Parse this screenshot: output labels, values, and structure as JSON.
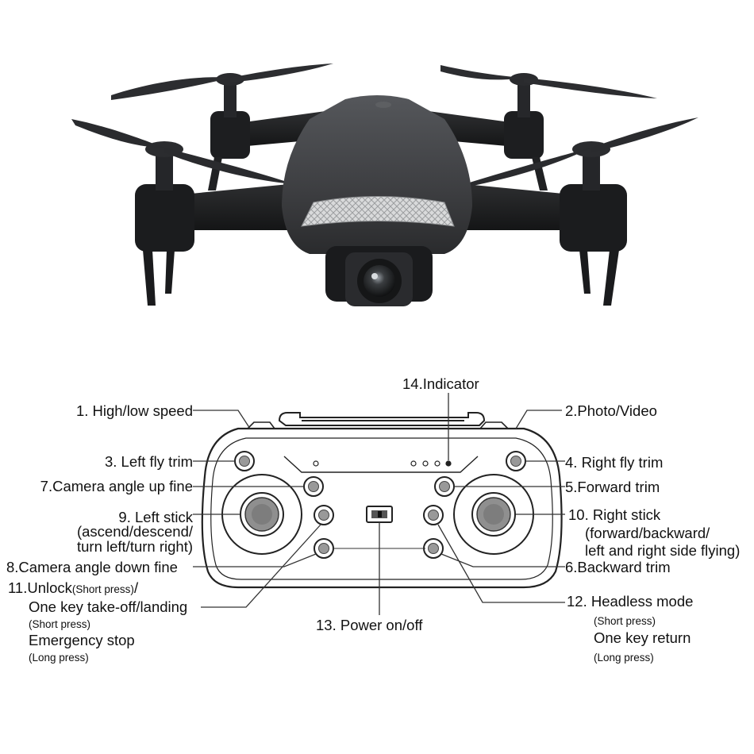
{
  "labels": {
    "l1": "1. High/low speed",
    "l2": "2.Photo/Video",
    "l3": "3. Left fly trim",
    "l4": "4. Right fly trim",
    "l5": "5.Forward trim",
    "l6": "6.Backward trim",
    "l7": "7.Camera angle up fine",
    "l8": "8.Camera angle down fine",
    "l9_title": "9. Left stick",
    "l9_line1": "(ascend/descend/",
    "l9_line2": "turn left/turn right)",
    "l10_title": "10. Right stick",
    "l10_line1": "(forward/backward/",
    "l10_line2": "left and right side flying)",
    "l11_main": "11.Unlock",
    "l11_short": "(Short press)",
    "l11_slash": "/",
    "l11_line2": "One key take-off/landing",
    "l11_short2": "(Short press)",
    "l11_emergency": "Emergency stop",
    "l11_long": "(Long press)",
    "l12_title": "12. Headless mode",
    "l12_short": "(Short press)",
    "l12_return": "One key return",
    "l12_long": "(Long press)",
    "l13": "13. Power on/off",
    "l14": "14.Indicator"
  },
  "colors": {
    "drone_body": "#3b3c3f",
    "drone_arm": "#1e1f21",
    "remote_outline": "#222222",
    "leader_line": "#333333"
  }
}
